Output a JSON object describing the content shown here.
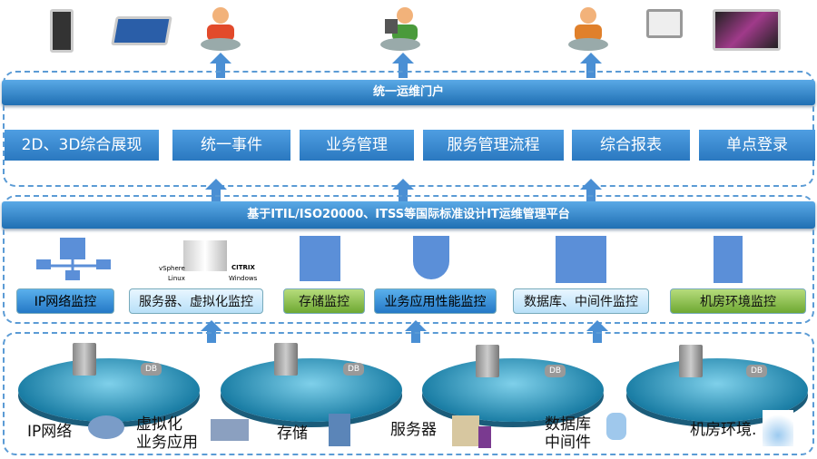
{
  "portal": {
    "title": "统一运维门户",
    "functions": [
      "2D、3D综合展现",
      "统一事件",
      "业务管理",
      "服务管理流程",
      "综合报表",
      "单点登录"
    ]
  },
  "platform": {
    "title": "基于ITIL/ISO20000、ITSS等国际标准设计IT运维管理平台",
    "monitors": [
      {
        "label": "IP网络监控",
        "style": "blue"
      },
      {
        "label": "服务器、虚拟化监控",
        "style": "lblue"
      },
      {
        "label": "存储监控",
        "style": "green"
      },
      {
        "label": "业务应用性能监控",
        "style": "blue"
      },
      {
        "label": "数据库、中间件监控",
        "style": "lblue"
      },
      {
        "label": "机房环境监控",
        "style": "green"
      }
    ],
    "virt_labels": [
      "vSphere",
      "Linux",
      "CITRIX",
      "Windows"
    ]
  },
  "resources": {
    "labels": [
      "IP网络",
      "虚拟化\n业务应用",
      "存储",
      "服务器",
      "数据库\n中间件",
      "机房环境."
    ],
    "db_label": "DB"
  },
  "colors": {
    "accent": "#2a78c0",
    "dash": "#5b9bd5",
    "green": "#6ea832"
  }
}
